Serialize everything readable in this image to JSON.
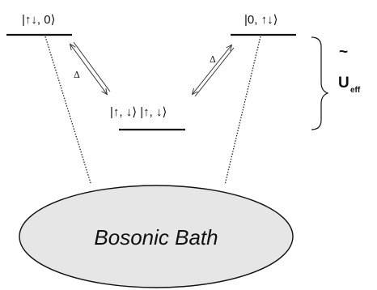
{
  "diagram": {
    "states": {
      "left": {
        "label": "|↑↓, 0⟩"
      },
      "right": {
        "label": "|0, ↑↓⟩"
      },
      "middle": {
        "label": "|↑, ↓⟩ |↑, ↓⟩"
      }
    },
    "coupling_left": "Δ",
    "coupling_right": "Δ",
    "bath": {
      "label": "Bosonic Bath"
    },
    "brace": {
      "label": "U",
      "subscript": "eff",
      "accent": "~"
    }
  }
}
